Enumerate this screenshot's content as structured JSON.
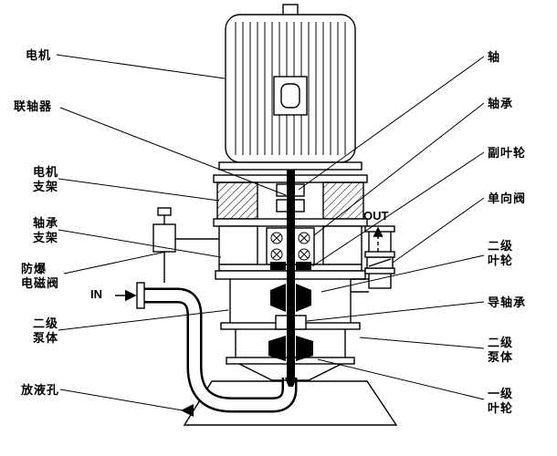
{
  "colors": {
    "line": "#000000",
    "background": "#ffffff"
  },
  "labels": {
    "left": [
      "电机",
      "联轴器",
      "电机\n支架",
      "轴承\n支架",
      "防爆\n电磁阀",
      "二级\n泵体",
      "放液孔"
    ],
    "right": [
      "轴",
      "轴承",
      "副叶轮",
      "单向阀",
      "二级\n叶轮",
      "导轴承",
      "二级\n泵体",
      "一级\n叶轮"
    ]
  },
  "flow": {
    "in": "IN",
    "out": "OUT"
  }
}
